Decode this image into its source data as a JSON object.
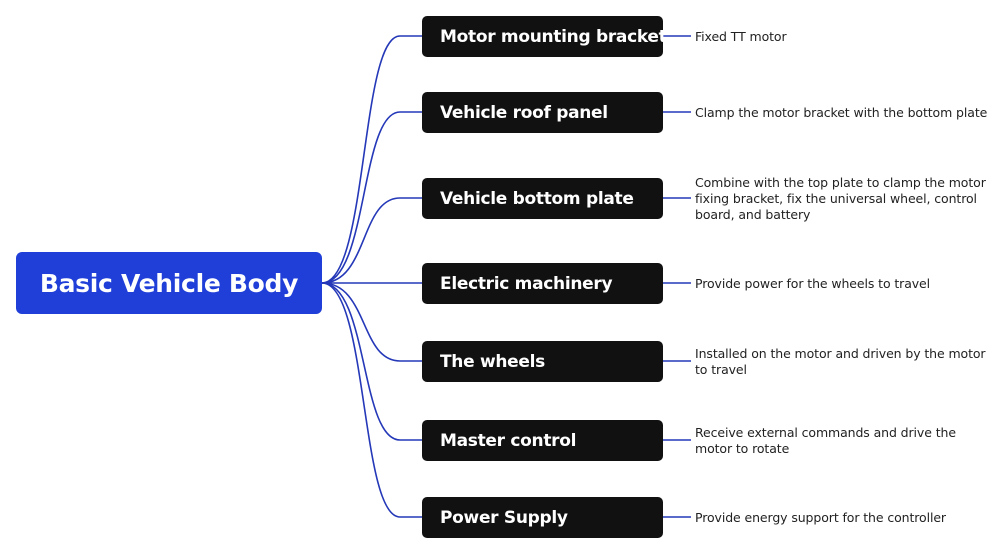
{
  "root": {
    "label": "Basic Vehicle Body"
  },
  "branches": [
    {
      "label": "Motor mounting bracket",
      "description": "Fixed TT motor"
    },
    {
      "label": "Vehicle roof panel",
      "description": "Clamp the motor bracket with the bottom plate"
    },
    {
      "label": "Vehicle bottom plate",
      "description": "Combine with the top plate to clamp the motor fixing bracket, fix the universal wheel, control board, and battery"
    },
    {
      "label": "Electric machinery",
      "description": "Provide power for the wheels to travel"
    },
    {
      "label": "The wheels",
      "description": "Installed on the motor and driven by the motor to travel"
    },
    {
      "label": "Master control",
      "description": "Receive external commands and drive the motor to rotate"
    },
    {
      "label": "Power Supply",
      "description": "Provide energy support for the controller"
    }
  ],
  "colors": {
    "root": "#1f3fd8",
    "node": "#111111",
    "connector": "#2438b8"
  }
}
